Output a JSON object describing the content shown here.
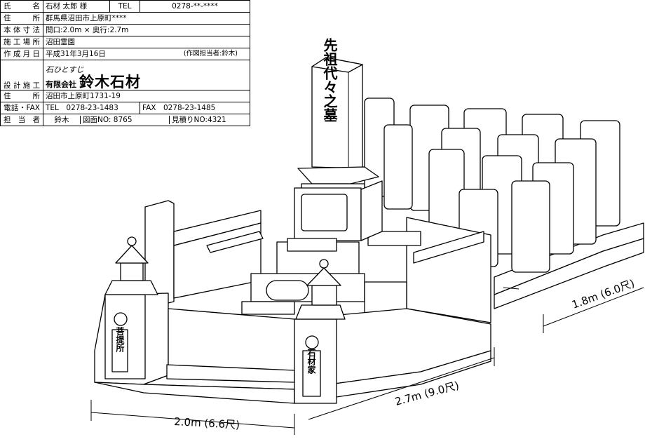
{
  "info": {
    "name_label": "氏　　名",
    "name_value": "石材 太郎 様",
    "tel_label": "TEL",
    "tel_value": "0278-**-****",
    "address_label": "住　　所",
    "address_value": "群馬県沼田市上原町****",
    "size_label": "本体寸法",
    "size_value": "間口:2.0m × 奥行:2.7m",
    "site_label": "施工場所",
    "site_value": "沼田霊園",
    "date_label": "作成月日",
    "date_value": "平成31年3月16日",
    "drafter_note": "(作図担当者:鈴木)",
    "builder_label": "設計施工",
    "logo_small": "石ひとすじ",
    "company_type": "有限会社",
    "company_name": "鈴木石材",
    "company_address_label": "住　　所",
    "company_address_value": "沼田市上原町1731-19",
    "phone_label": "電話・FAX",
    "phone_value": "TEL　0278-23-1483",
    "fax_value": "FAX　0278-23-1485",
    "staff_label": "担 当 者",
    "staff_value": "鈴木",
    "drawing_no": "図面NO: 8765",
    "estimate_no": "見積りNO:4321"
  },
  "drawing": {
    "main_stone_text": "先祖代々之墓",
    "lantern_left_text": "菩提所",
    "lantern_right_text": "石材家",
    "dim_width": "2.0m (6.6尺)",
    "dim_depth": "2.7m (9.0尺)",
    "dim_side": "1.8m (6.0尺)"
  }
}
